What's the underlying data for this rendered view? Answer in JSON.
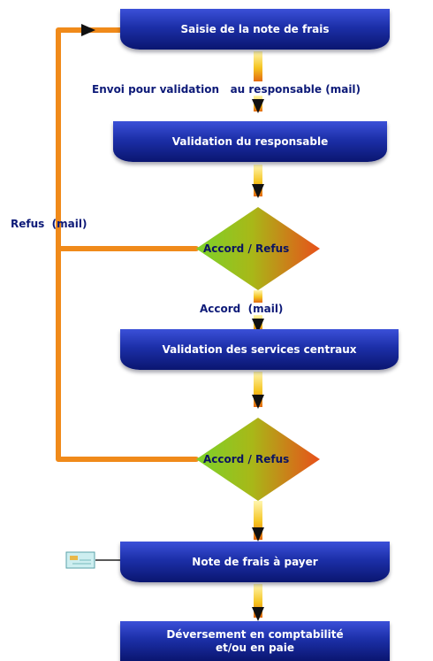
{
  "boxes": {
    "saisie": "Saisie de la note de frais",
    "validation_resp": "Validation du responsable",
    "validation_services": "Validation des services centraux",
    "note_payer": "Note de frais à payer",
    "deversement_line1": "Déversement en comptabilité",
    "deversement_line2": "et/ou en paie"
  },
  "decisions": {
    "decision1": "Accord / Refus",
    "decision2": "Accord / Refus"
  },
  "labels": {
    "envoi": "Envoi pour validation   au responsable (mail)",
    "refus": "Refus  (mail)",
    "accord": "Accord  (mail)"
  },
  "colors": {
    "box_blue": "#1c2fa8",
    "loop_orange": "#f08a1a",
    "label_navy": "#0d1a78"
  },
  "icons": {
    "mail": "envelope-icon"
  }
}
